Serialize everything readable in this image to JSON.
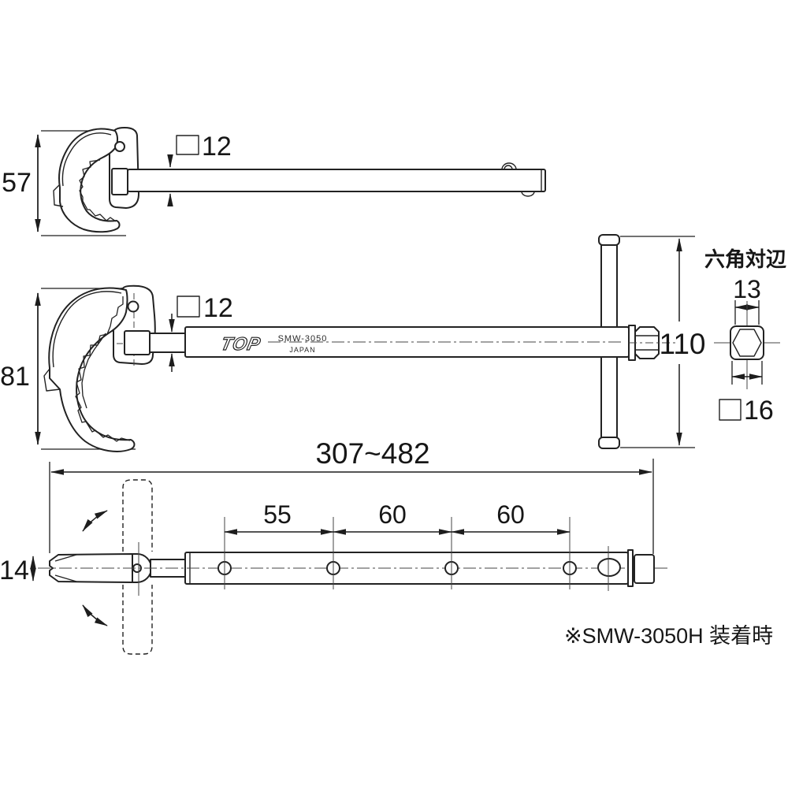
{
  "page": {
    "background": "#ffffff",
    "line_color": "#222222"
  },
  "views": {
    "top_view": {
      "height_dim": "57",
      "shaft_square_label": "12"
    },
    "main_view": {
      "height_dim": "81",
      "shaft_square_label": "12",
      "brand": "TOP",
      "model": "SMW-3050",
      "country": "JAPAN",
      "handle_length_dim": "110"
    },
    "end_view": {
      "title": "六角対辺",
      "hex_flats_dim": "13",
      "square_label": "16"
    },
    "bottom_view": {
      "overall_length_dim": "307~482",
      "pitch_dims": [
        "55",
        "60",
        "60"
      ],
      "tip_height_dim": "14"
    },
    "footnote": "※SMW-3050H 装着時"
  }
}
